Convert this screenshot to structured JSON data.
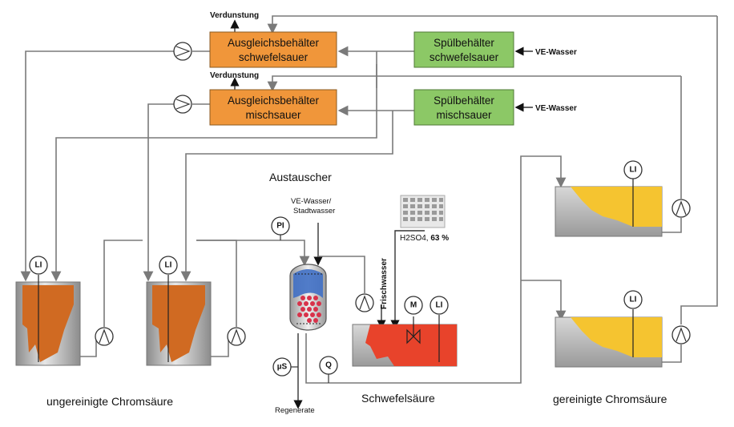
{
  "labels": {
    "verdunstung_1": "Verdunstung",
    "verdunstung_2": "Verdunstung",
    "ve_wasser_1": "VE-Wasser",
    "ve_wasser_2": "VE-Wasser",
    "austauscher": "Austauscher",
    "ve_stadtwasser_line1": "VE-Wasser/",
    "ve_stadtwasser_line2": "Stadtwasser",
    "h2so4_prefix": "H2SO4, ",
    "h2so4_conc": "63 %",
    "frischwasser": "Frischwasser",
    "regenerate": "Regenerate",
    "ungereinigte_chromsaeure": "ungereinigte Chromsäure",
    "schwefelsaeure": "Schwefelsäure",
    "gereinigte_chromsaeure": "gereinigte Chromsäure"
  },
  "boxes": {
    "ausgleich_schwefelsauer": {
      "line1": "Ausgleichsbehälter",
      "line2": "schwefelsauer",
      "color": "#f0963a"
    },
    "spuel_schwefelsauer": {
      "line1": "Spülbehälter",
      "line2": "schwefelsauer",
      "color": "#8cc866"
    },
    "ausgleich_mischsauer": {
      "line1": "Ausgleichsbehälter",
      "line2": "mischsauer",
      "color": "#f0963a"
    },
    "spuel_mischsauer": {
      "line1": "Spülbehälter",
      "line2": "mischsauer",
      "color": "#8cc866"
    }
  },
  "instruments": {
    "li_tank1": "LI",
    "li_tank2": "LI",
    "pi": "PI",
    "us": "µS",
    "q": "Q",
    "m": "M",
    "li_acid": "LI",
    "li_clean1": "LI",
    "li_clean2": "LI"
  },
  "colors": {
    "chromic_dirty": "#d06a22",
    "chromic_clean": "#f5c430",
    "sulfuric": "#e8432b",
    "tank_gray": "#a8a8a8",
    "pipe": "#7a7a7a"
  }
}
